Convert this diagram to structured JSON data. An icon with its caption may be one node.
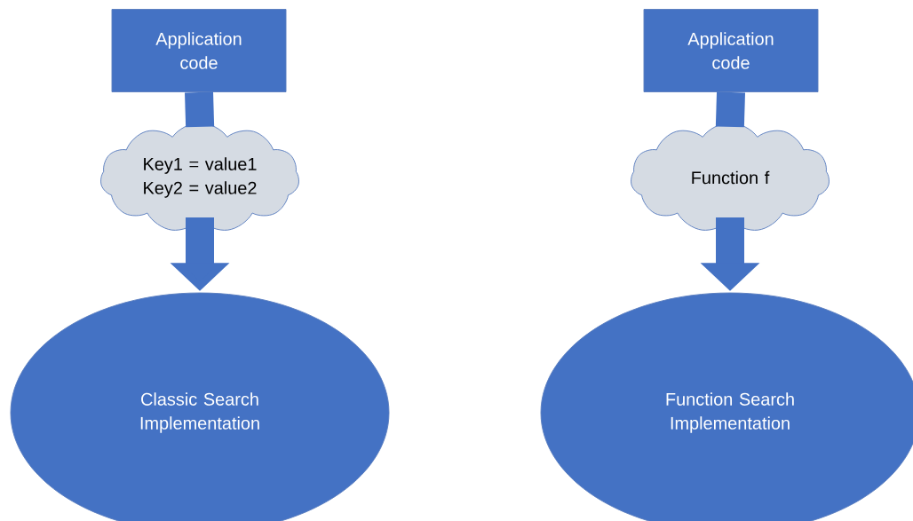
{
  "diagram": {
    "nodes": [
      {
        "text": [
          "Application code"
        ]
      },
      {
        "text": [
          "Key1 = value1 Key2 = value2"
        ]
      },
      {
        "text": [
          "Classic Search Implementation"
        ]
      },
      {
        "text": [
          "Application code"
        ]
      },
      {
        "text": [
          "Function f"
        ]
      },
      {
        "text": [
          "Function Search Implementation"
        ]
      }
    ],
    "edges": [
      {
        "from": 0,
        "to": 1,
        "arrow": "none"
      },
      {
        "from": 1,
        "to": 2,
        "arrow": "to"
      },
      {
        "from": 3,
        "to": 4,
        "arrow": "none"
      },
      {
        "from": 4,
        "to": 5,
        "arrow": "to"
      }
    ]
  }
}
